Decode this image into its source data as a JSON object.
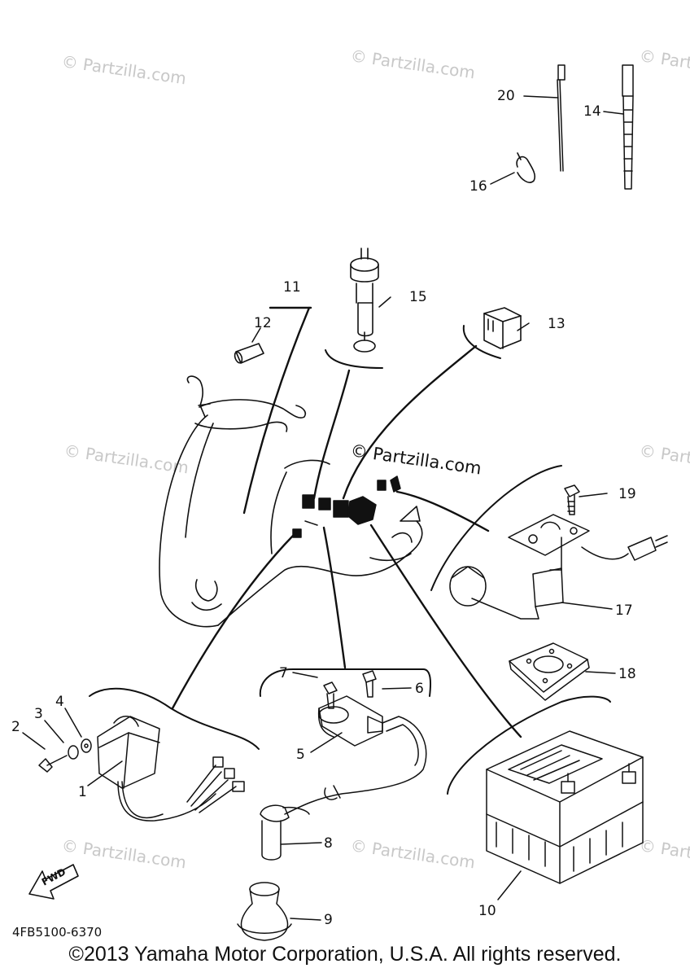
{
  "callouts": {
    "c1": "1",
    "c2": "2",
    "c3": "3",
    "c4": "4",
    "c5": "5",
    "c6": "6",
    "c7": "7",
    "c8": "8",
    "c9": "9",
    "c10": "10",
    "c11": "11",
    "c12": "12",
    "c13": "13",
    "c14": "14",
    "c15": "15",
    "c16": "16",
    "c17": "17",
    "c18": "18",
    "c19": "19",
    "c20": "20"
  },
  "watermark": "© Partzilla.com",
  "fwd_label": "FWD",
  "part_number": "4FB5100-6370",
  "copyright": "©2013 Yamaha Motor Corporation, U.S.A. All rights reserved."
}
